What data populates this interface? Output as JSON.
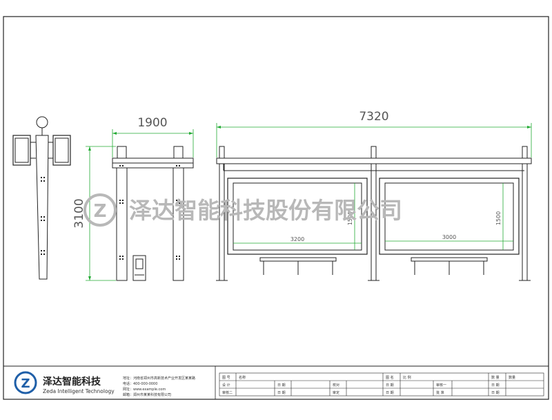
{
  "dimensions": {
    "side_width": "1900",
    "front_width": "7320",
    "height": "3100",
    "panel_left_width": "3200",
    "panel_left_height": "1500",
    "panel_right_width": "3000",
    "panel_right_height": "1500"
  },
  "watermark": {
    "company": "泽达智能科技股份有限公司"
  },
  "title_block": {
    "company_cn": "泽达智能科技",
    "company_en": "Zeda Intelligent Technology",
    "contact_lines": [
      "地址：河南省郑州市高新技术产业开发区某某路",
      "电话：400-000-0000",
      "网址：www.example.com",
      "邮箱：郑州市某某科技有限公司"
    ],
    "row1": {
      "c1": "图 号",
      "c2": "名称",
      "c3": "图 名",
      "c4": "比 例",
      "c5": "数 量",
      "c6": "数量"
    },
    "row2": {
      "c1": "设 计",
      "c2": "日 期",
      "c3": "校对",
      "c4": "日 期",
      "c5": "审核一",
      "c6": "日 期"
    },
    "row3": {
      "c1": "审核二",
      "c2": "日 期",
      "c3": "审定",
      "c4": "日 期",
      "c5": "批 准",
      "c6": "日 期"
    }
  },
  "colors": {
    "line": "#222222",
    "dimension": "#22aa33",
    "watermark": "#b8b8b8",
    "logo_blue": "#1f5fa8"
  }
}
